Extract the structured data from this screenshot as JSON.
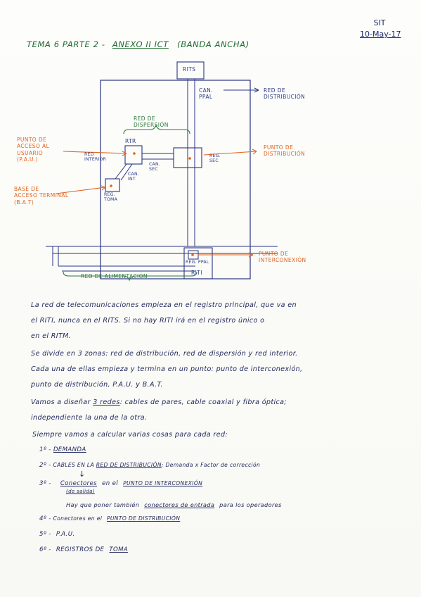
{
  "header": {
    "sig": "SIT",
    "date": "10-May-17",
    "title_a": "TEMA 6  PARTE  2  -",
    "title_b": "ANEXO II  ICT",
    "title_c": "(BANDA  ANCHA)"
  },
  "diagram": {
    "rits": "RITS",
    "can_ppal": [
      "CAN.",
      "PPAL"
    ],
    "red_distribucion": [
      "RED  DE",
      "DISTRIBUCIÓN"
    ],
    "red_dispersion": [
      "RED  DE",
      "DISPERSIÓN"
    ],
    "rtr": "RTR",
    "red_interior": [
      "RED",
      "INTERIOR"
    ],
    "reg_sec": [
      "REG.",
      "SEC"
    ],
    "can_sec": [
      "CAN.",
      "SEC"
    ],
    "can_int": [
      "CAN.",
      "INT."
    ],
    "reg_toma": [
      "REG.",
      "TOMA"
    ],
    "punto_acceso": [
      "PUNTO  DE",
      "ACCESO  AL",
      "USUARIO",
      "(P.A.U.)"
    ],
    "base_acceso": [
      "BASE  DE",
      "ACCESO  TERMINAL",
      "(B.A.T)"
    ],
    "punto_distribucion": [
      "PUNTO  DE",
      "DISTRIBUCIÓN"
    ],
    "punto_interconexion": [
      "PUNTO  DE",
      "INTERCONEXIÓN"
    ],
    "reg_ppal": "REG. PPAL",
    "riti": "RITI",
    "red_alimentacion": "RED  DE  ALIMENTACIÓN"
  },
  "body": {
    "p1": [
      "La  red  de  telecomunicaciones  empieza  en  el  registro  principal,  que  va  en",
      "el  RITI,  nunca  en  el  RITS.  Si  no  hay  RITI  irá  en  el  registro  único  o",
      "en  el  RITM."
    ],
    "p2": [
      "Se  divide  en  3  zonas:  red  de  distribución,  red  de  dispersión  y  red  interior.",
      "Cada  una  de  ellas  empieza  y  termina  en  un  punto:  punto  de  interconexión,",
      "punto  de  distribución,  P.A.U.   y   B.A.T."
    ],
    "p3_a": "Vamos  a  diseñar",
    "p3_u": "3  redes",
    "p3_b": ":  cables  de  pares,  cable  coaxial  y  fibra  óptica;",
    "p3_c": "independiente  la  una  de  la  otra.",
    "p4": "Siempre  vamos  a  calcular  varias  cosas  para  cada  red:",
    "list": {
      "n1": "1º  -",
      "i1": "DEMANDA",
      "n2": "2º  -",
      "i2_a": "CABLES  EN LA",
      "i2_u": "RED  DE  DISTRIBUCIÓN",
      "i2_b": ":  Demanda  x  Factor de corrección",
      "arrow": "↓",
      "n3": "3º  -",
      "i3_u": "Conectores",
      "i3_a": "en  el",
      "i3_u2": "PUNTO  DE  INTERCONEXIÓN",
      "i3_sub": "(de salida)",
      "i3_line2_a": "Hay  que  poner  también",
      "i3_line2_u": "conectores  de  entrada",
      "i3_line2_b": "para  los  operadores",
      "n4": "4º  -",
      "i4_a": "Conectores  en  el",
      "i4_u": "PUNTO  DE  DISTRIBUCIÓN",
      "n5": "5º  -",
      "i5": "P.A.U.",
      "n6": "6º  -",
      "i6_a": "REGISTROS  DE",
      "i6_u": "TOMA"
    }
  }
}
